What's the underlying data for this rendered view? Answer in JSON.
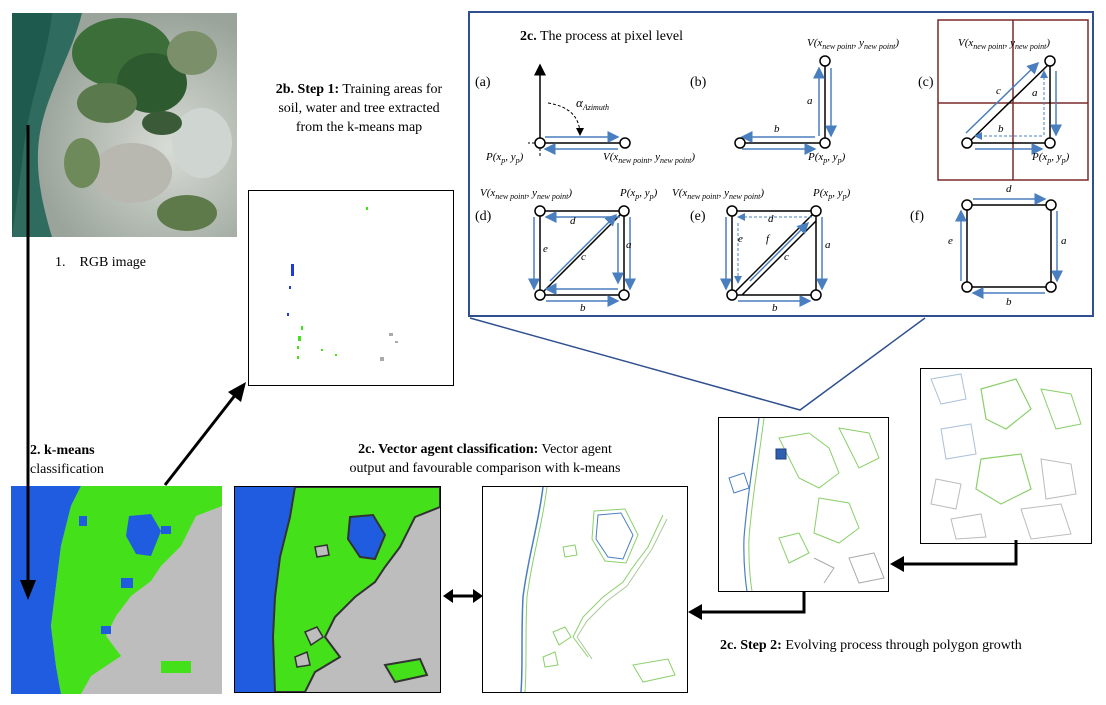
{
  "captions": {
    "rgb": {
      "num": "1.",
      "text": "RGB image"
    },
    "training": {
      "bold": "2b. Step 1:",
      "rest": " Training areas for",
      "line2": "soil, water and tree extracted",
      "line3": "from the k-means map"
    },
    "kmeans": {
      "line1": "2. k-means",
      "line2": "classification"
    },
    "vector": {
      "bold": "2c. Vector agent classification:",
      "rest": " Vector agent",
      "line2": "output and favourable comparison with k-means"
    },
    "step2": {
      "bold": "2c. Step 2:",
      "rest": " Evolving process through polygon growth"
    },
    "pixel": {
      "bold": "2c.",
      "rest": " The process at pixel level"
    }
  },
  "subfigures": {
    "a": "(a)",
    "b": "(b)",
    "c": "(c)",
    "d": "(d)",
    "e": "(e)",
    "f": "(f)"
  },
  "math": {
    "azimuth": "α",
    "azimuth_sub": "Azimuth",
    "p_point": "P(x",
    "p_sub1": "p",
    "p_mid": ", y",
    "p_sub2": "p",
    "p_end": ")",
    "v_point": "V(x",
    "v_sub1": "new point",
    "v_mid": ", y",
    "v_sub2": "new point",
    "v_end": ")",
    "vec_a": "a⃗",
    "vec_b": "b⃗",
    "vec_c": "c⃗",
    "vec_d": "d⃗",
    "vec_e": "e⃗",
    "vec_f": "f⃗"
  },
  "colors": {
    "water": "#1f5ce0",
    "tree": "#44e01a",
    "soil": "#bdbdbd",
    "arrow_blue": "#4a7fbf",
    "grid_border": "#7a2a2a",
    "callout_border": "#2f4f8f"
  }
}
